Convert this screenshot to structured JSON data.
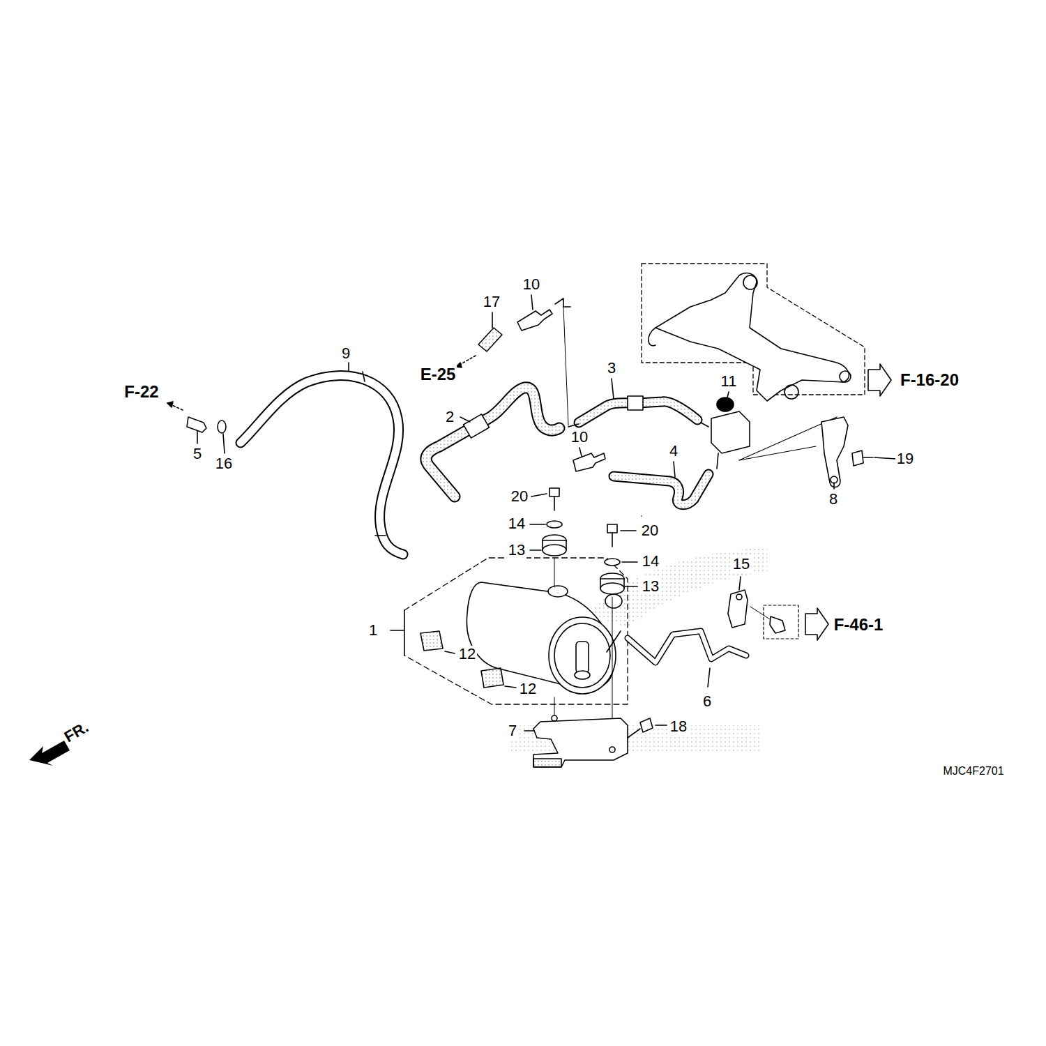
{
  "diagram": {
    "labels": [
      "17",
      "10",
      "9",
      "F-22",
      "E-25",
      "3",
      "11",
      "F-16-20",
      "2",
      "10",
      "5",
      "16",
      "4",
      "19",
      "20",
      "8",
      "14",
      "20",
      "13",
      "14",
      "15",
      "13",
      "F-46-1",
      "1",
      "12",
      "12",
      "6",
      "7",
      "18",
      "FR.",
      "MJC4F2701"
    ]
  }
}
